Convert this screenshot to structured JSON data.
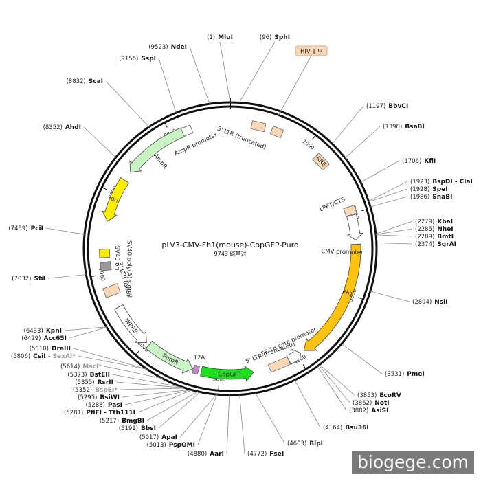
{
  "plasmid": {
    "name": "pLV3-CMV-Fh1(mouse)-CopGFP-Puro",
    "size_label": "9743 碱基对",
    "total_bp": 9743
  },
  "ticks": [
    {
      "pos": 1000,
      "label": "1000"
    },
    {
      "pos": 2000,
      "label": "2000"
    },
    {
      "pos": 3000,
      "label": "3000"
    },
    {
      "pos": 4000,
      "label": "4000"
    },
    {
      "pos": 5000,
      "label": "5000"
    },
    {
      "pos": 6000,
      "label": "6000"
    },
    {
      "pos": 7000,
      "label": "7000"
    },
    {
      "pos": 8000,
      "label": "8000"
    },
    {
      "pos": 9000,
      "label": "9000"
    }
  ],
  "sites": [
    {
      "name": "MluI",
      "pos_label": "(1)",
      "pos": 1,
      "side": "top-left"
    },
    {
      "name": "SphI",
      "pos_label": "(96)",
      "pos": 96,
      "side": "top-right"
    },
    {
      "name": "BbvCI",
      "pos_label": "(1197)",
      "pos": 1197,
      "side": "right"
    },
    {
      "name": "BsaBI",
      "pos_label": "(1398)",
      "pos": 1398,
      "side": "right"
    },
    {
      "name": "KflI",
      "pos_label": "(1706)",
      "pos": 1706,
      "side": "right"
    },
    {
      "name": "BspDI - ClaI",
      "pos_label": "(1923)",
      "pos": 1923,
      "side": "right"
    },
    {
      "name": "SpeI",
      "pos_label": "(1928)",
      "pos": 1928,
      "side": "right"
    },
    {
      "name": "SnaBI",
      "pos_label": "(1986)",
      "pos": 1986,
      "side": "right"
    },
    {
      "name": "XbaI",
      "pos_label": "(2279)",
      "pos": 2279,
      "side": "right"
    },
    {
      "name": "NheI",
      "pos_label": "(2285)",
      "pos": 2285,
      "side": "right"
    },
    {
      "name": "BmtI",
      "pos_label": "(2289)",
      "pos": 2289,
      "side": "right"
    },
    {
      "name": "SgrAI",
      "pos_label": "(2374)",
      "pos": 2374,
      "side": "right"
    },
    {
      "name": "NsiI",
      "pos_label": "(2894)",
      "pos": 2894,
      "side": "right"
    },
    {
      "name": "PmeI",
      "pos_label": "(3531)",
      "pos": 3531,
      "side": "right"
    },
    {
      "name": "EcoRV",
      "pos_label": "(3853)",
      "pos": 3853,
      "side": "right"
    },
    {
      "name": "NotI",
      "pos_label": "(3862)",
      "pos": 3862,
      "side": "right"
    },
    {
      "name": "AsiSI",
      "pos_label": "(3882)",
      "pos": 3882,
      "side": "right"
    },
    {
      "name": "Bsu36I",
      "pos_label": "(4164)",
      "pos": 4164,
      "side": "right"
    },
    {
      "name": "BlpI",
      "pos_label": "(4603)",
      "pos": 4603,
      "side": "right"
    },
    {
      "name": "FseI",
      "pos_label": "(4772)",
      "pos": 4772,
      "side": "right"
    },
    {
      "name": "AarI",
      "pos_label": "(4880)",
      "pos": 4880,
      "side": "left"
    },
    {
      "name": "PspOMI",
      "pos_label": "(5013)",
      "pos": 5013,
      "side": "left"
    },
    {
      "name": "ApaI",
      "pos_label": "(5017)",
      "pos": 5017,
      "side": "left"
    },
    {
      "name": "BbsI",
      "pos_label": "(5191)",
      "pos": 5191,
      "side": "left"
    },
    {
      "name": "BmgBI",
      "pos_label": "(5217)",
      "pos": 5217,
      "side": "left"
    },
    {
      "name": "PflFI - Tth111I",
      "pos_label": "(5281)",
      "pos": 5281,
      "side": "left"
    },
    {
      "name": "PasI",
      "pos_label": "(5288)",
      "pos": 5288,
      "side": "left"
    },
    {
      "name": "BsiWI",
      "pos_label": "(5295)",
      "pos": 5295,
      "side": "left"
    },
    {
      "name": "BspEI*",
      "pos_label": "(5352)",
      "pos": 5352,
      "side": "left",
      "gray": true
    },
    {
      "name": "RsrII",
      "pos_label": "(5355)",
      "pos": 5355,
      "side": "left"
    },
    {
      "name": "BstEII",
      "pos_label": "(5373)",
      "pos": 5373,
      "side": "left"
    },
    {
      "name": "MscI*",
      "pos_label": "(5614)",
      "pos": 5614,
      "side": "left",
      "gray": true
    },
    {
      "name": "CsiI",
      "pos_label": "(5806)",
      "pos": 5806,
      "side": "left",
      "extra": " - SexAI*"
    },
    {
      "name": "DraIII",
      "pos_label": "(5810)",
      "pos": 5810,
      "side": "left"
    },
    {
      "name": "Acc65I",
      "pos_label": "(6429)",
      "pos": 6429,
      "side": "left"
    },
    {
      "name": "KpnI",
      "pos_label": "(6433)",
      "pos": 6433,
      "side": "left"
    },
    {
      "name": "SfiI",
      "pos_label": "(7032)",
      "pos": 7032,
      "side": "left"
    },
    {
      "name": "PciI",
      "pos_label": "(7459)",
      "pos": 7459,
      "side": "left"
    },
    {
      "name": "AhdI",
      "pos_label": "(8352)",
      "pos": 8352,
      "side": "left"
    },
    {
      "name": "ScaI",
      "pos_label": "(8832)",
      "pos": 8832,
      "side": "left"
    },
    {
      "name": "SspI",
      "pos_label": "(9156)",
      "pos": 9156,
      "side": "left"
    },
    {
      "name": "NdeI",
      "pos_label": "(9523)",
      "pos": 9523,
      "side": "left"
    }
  ],
  "features": {
    "hiv_psi": "HIV-1 Ψ",
    "ltr5_trunc": "5' LTR (truncated)",
    "rre": "RRE",
    "cppt": "cPPT/CTS",
    "cmv": "CMV promoter",
    "fh1": "Fh1",
    "ef1a": "EF-1α core promoter",
    "ltr5_trunc2": "5' LTR (truncated)",
    "copgfp": "CopGFP",
    "t2a": "T2A",
    "puror": "PuroR",
    "wpre": "WPRE",
    "ltr3": "3' LTR (ΔU3)",
    "sv40pa": "SV40 poly(A) signal",
    "sv40ori": "SV40 ori",
    "ori": "ori",
    "ampr": "AmpR",
    "ampr_promoter": "AmpR promoter"
  },
  "colors": {
    "backbone": "#111111",
    "ampr": "#c9f3c4",
    "ori": "#ffee00",
    "fh1": "#ffc20e",
    "copgfp": "#1fe01f",
    "puror": "#c9f3c4",
    "ltr": "#fad7b5",
    "hiv": "#fad7b5",
    "sv40ori": "#9a9a9a",
    "t2a": "#c08ac8"
  },
  "watermark": "biogege.com"
}
